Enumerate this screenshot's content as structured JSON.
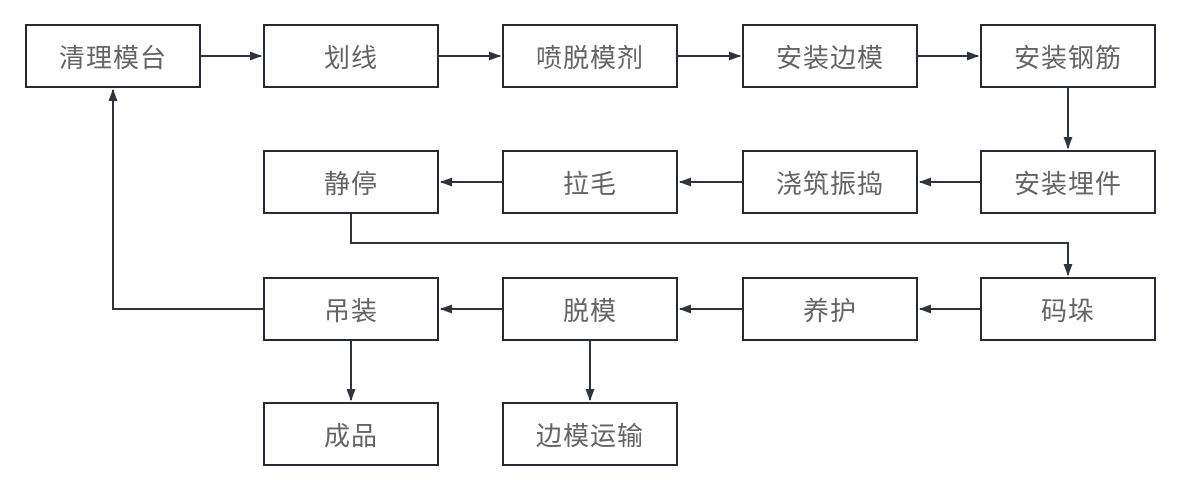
{
  "colors": {
    "background": "#ffffff",
    "box_fill": "#ffffff",
    "box_border": "#242b35",
    "connector": "#2e333c",
    "text": "#646464"
  },
  "nodes": [
    {
      "id": "qingli-motai",
      "label": "清理模台"
    },
    {
      "id": "huaxian",
      "label": "划线"
    },
    {
      "id": "pen-tuomoji",
      "label": "喷脱模剂"
    },
    {
      "id": "anzhuang-bianmo",
      "label": "安装边模"
    },
    {
      "id": "anzhuang-gangjin",
      "label": "安装钢筋"
    },
    {
      "id": "jingting",
      "label": "静停"
    },
    {
      "id": "lamao",
      "label": "拉毛"
    },
    {
      "id": "jiaozhu-zhendao",
      "label": "浇筑振捣"
    },
    {
      "id": "anzhuang-maijian",
      "label": "安装埋件"
    },
    {
      "id": "diaozhuang",
      "label": "吊装"
    },
    {
      "id": "tuomo",
      "label": "脱模"
    },
    {
      "id": "yanghu",
      "label": "养护"
    },
    {
      "id": "maduo",
      "label": "码垛"
    },
    {
      "id": "chengpin",
      "label": "成品"
    },
    {
      "id": "bianmo-yunshu",
      "label": "边模运输"
    }
  ],
  "edges": [
    {
      "from": "qingli-motai",
      "to": "huaxian"
    },
    {
      "from": "huaxian",
      "to": "pen-tuomoji"
    },
    {
      "from": "pen-tuomoji",
      "to": "anzhuang-bianmo"
    },
    {
      "from": "anzhuang-bianmo",
      "to": "anzhuang-gangjin"
    },
    {
      "from": "anzhuang-gangjin",
      "to": "anzhuang-maijian"
    },
    {
      "from": "anzhuang-maijian",
      "to": "jiaozhu-zhendao"
    },
    {
      "from": "jiaozhu-zhendao",
      "to": "lamao"
    },
    {
      "from": "lamao",
      "to": "jingting"
    },
    {
      "from": "jingting",
      "to": "maduo"
    },
    {
      "from": "maduo",
      "to": "yanghu"
    },
    {
      "from": "yanghu",
      "to": "tuomo"
    },
    {
      "from": "tuomo",
      "to": "diaozhuang"
    },
    {
      "from": "diaozhuang",
      "to": "qingli-motai"
    },
    {
      "from": "diaozhuang",
      "to": "chengpin"
    },
    {
      "from": "tuomo",
      "to": "bianmo-yunshu"
    }
  ]
}
